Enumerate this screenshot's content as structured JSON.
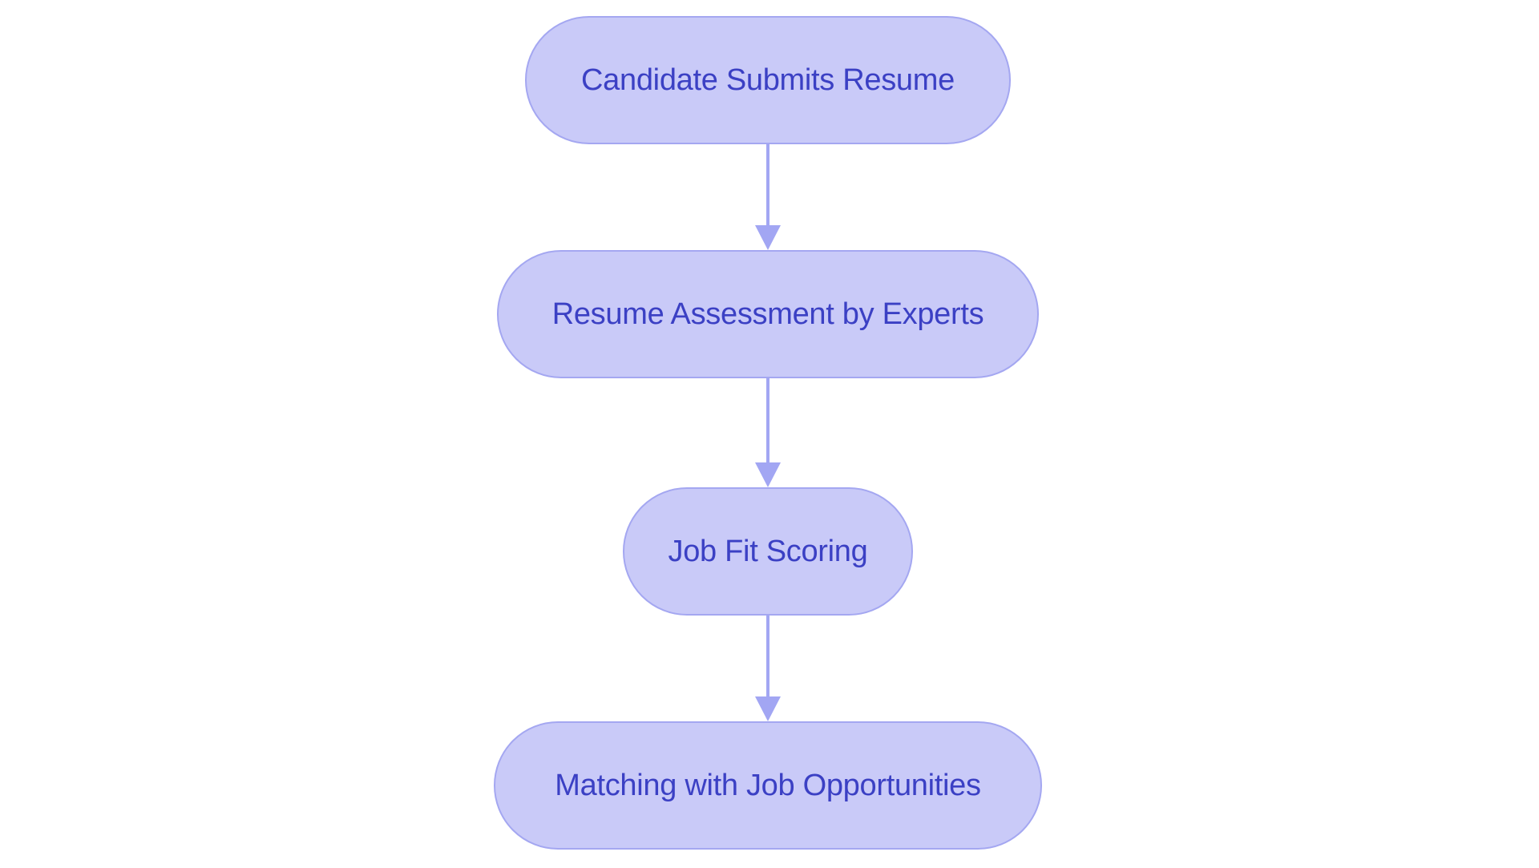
{
  "flowchart": {
    "colors": {
      "background": "#ffffff",
      "node_fill": "#c9caf8",
      "node_border": "#a4a7f1",
      "text_color": "#3b40c4",
      "arrow_color": "#a2a6f3"
    },
    "nodes": [
      {
        "id": "candidate-submits-resume",
        "label": "Candidate Submits Resume"
      },
      {
        "id": "resume-assessment-by-experts",
        "label": "Resume Assessment by Experts"
      },
      {
        "id": "job-fit-scoring",
        "label": "Job Fit Scoring"
      },
      {
        "id": "matching-with-job-opportunities",
        "label": "Matching with Job Opportunities"
      }
    ],
    "edges": [
      {
        "from": "Candidate Submits Resume",
        "to": "Resume Assessment by Experts"
      },
      {
        "from": "Resume Assessment by Experts",
        "to": "Job Fit Scoring"
      },
      {
        "from": "Job Fit Scoring",
        "to": "Matching with Job Opportunities"
      }
    ]
  }
}
